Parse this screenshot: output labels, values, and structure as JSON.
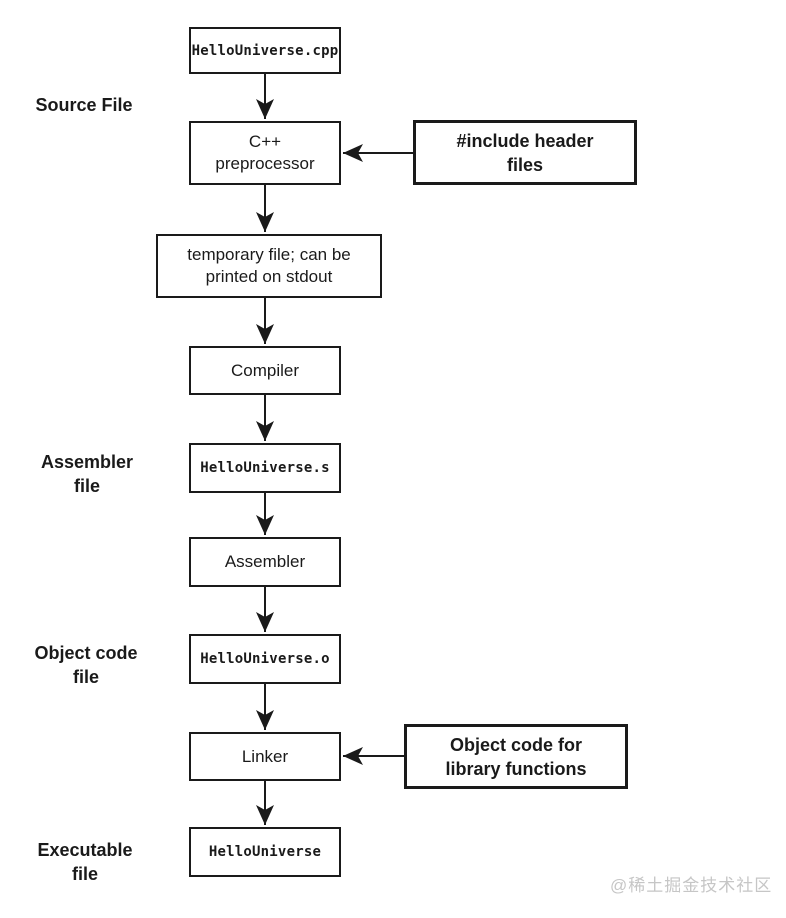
{
  "diagram": {
    "boxes": {
      "source_cpp": "HelloUniverse.cpp",
      "preprocessor": "C++\npreprocessor",
      "include_headers": "#include header\nfiles",
      "temp_file": "temporary file; can be\nprinted on stdout",
      "compiler": "Compiler",
      "assembly_file": "HelloUniverse.s",
      "assembler": "Assembler",
      "object_file": "HelloUniverse.o",
      "linker": "Linker",
      "library_objects": "Object code for\nlibrary functions",
      "executable": "HelloUniverse"
    },
    "side_labels": {
      "source": "Source File",
      "assembler": "Assembler\nfile",
      "object_code": "Object code\nfile",
      "executable": "Executable\nfile"
    },
    "colors": {
      "line": "#1a1a1a",
      "background": "#ffffff",
      "watermark": "#c6c6c6"
    }
  },
  "watermark": "@稀土掘金技术社区"
}
